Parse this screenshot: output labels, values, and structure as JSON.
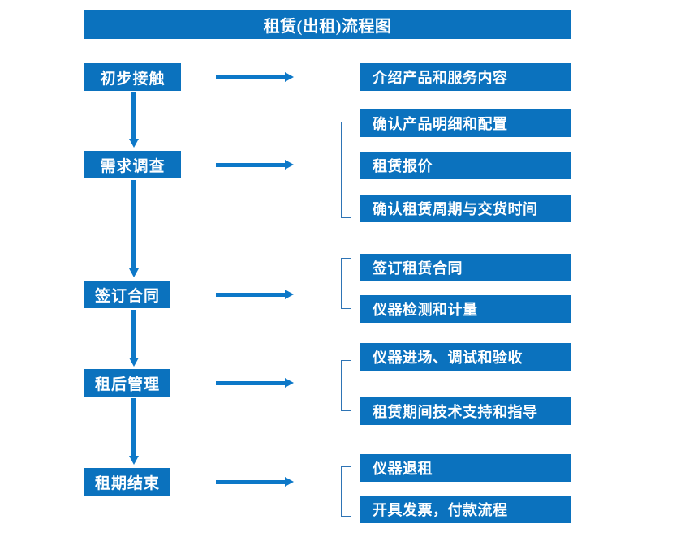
{
  "title": "租赁(出租)流程图",
  "colors": {
    "box_fill": "#0B72BE",
    "box_text": "#FFFFFF",
    "arrow": "#0D78C8",
    "bracket": "#2E74B5",
    "background": "#FFFFFF"
  },
  "stages": [
    {
      "label": "初步接触"
    },
    {
      "label": "需求调查"
    },
    {
      "label": "签订合同"
    },
    {
      "label": "租后管理"
    },
    {
      "label": "租期结束"
    }
  ],
  "details": [
    {
      "label": "介绍产品和服务内容"
    },
    {
      "label": "确认产品明细和配置"
    },
    {
      "label": "租赁报价"
    },
    {
      "label": "确认租赁周期与交货时间"
    },
    {
      "label": "签订租赁合同"
    },
    {
      "label": "仪器检测和计量"
    },
    {
      "label": "仪器进场、调试和验收"
    },
    {
      "label": "租赁期间技术支持和指导"
    },
    {
      "label": "仪器退租"
    },
    {
      "label": "开具发票，付款流程"
    }
  ],
  "groups": [
    {
      "stage": "需求调查",
      "members": [
        "确认产品明细和配置",
        "租赁报价",
        "确认租赁周期与交货时间"
      ]
    },
    {
      "stage": "签订合同",
      "members": [
        "签订租赁合同",
        "仪器检测和计量"
      ]
    },
    {
      "stage": "租后管理",
      "members": [
        "仪器进场、调试和验收",
        "租赁期间技术支持和指导"
      ]
    },
    {
      "stage": "租期结束",
      "members": [
        "仪器退租",
        "开具发票，付款流程"
      ]
    }
  ]
}
